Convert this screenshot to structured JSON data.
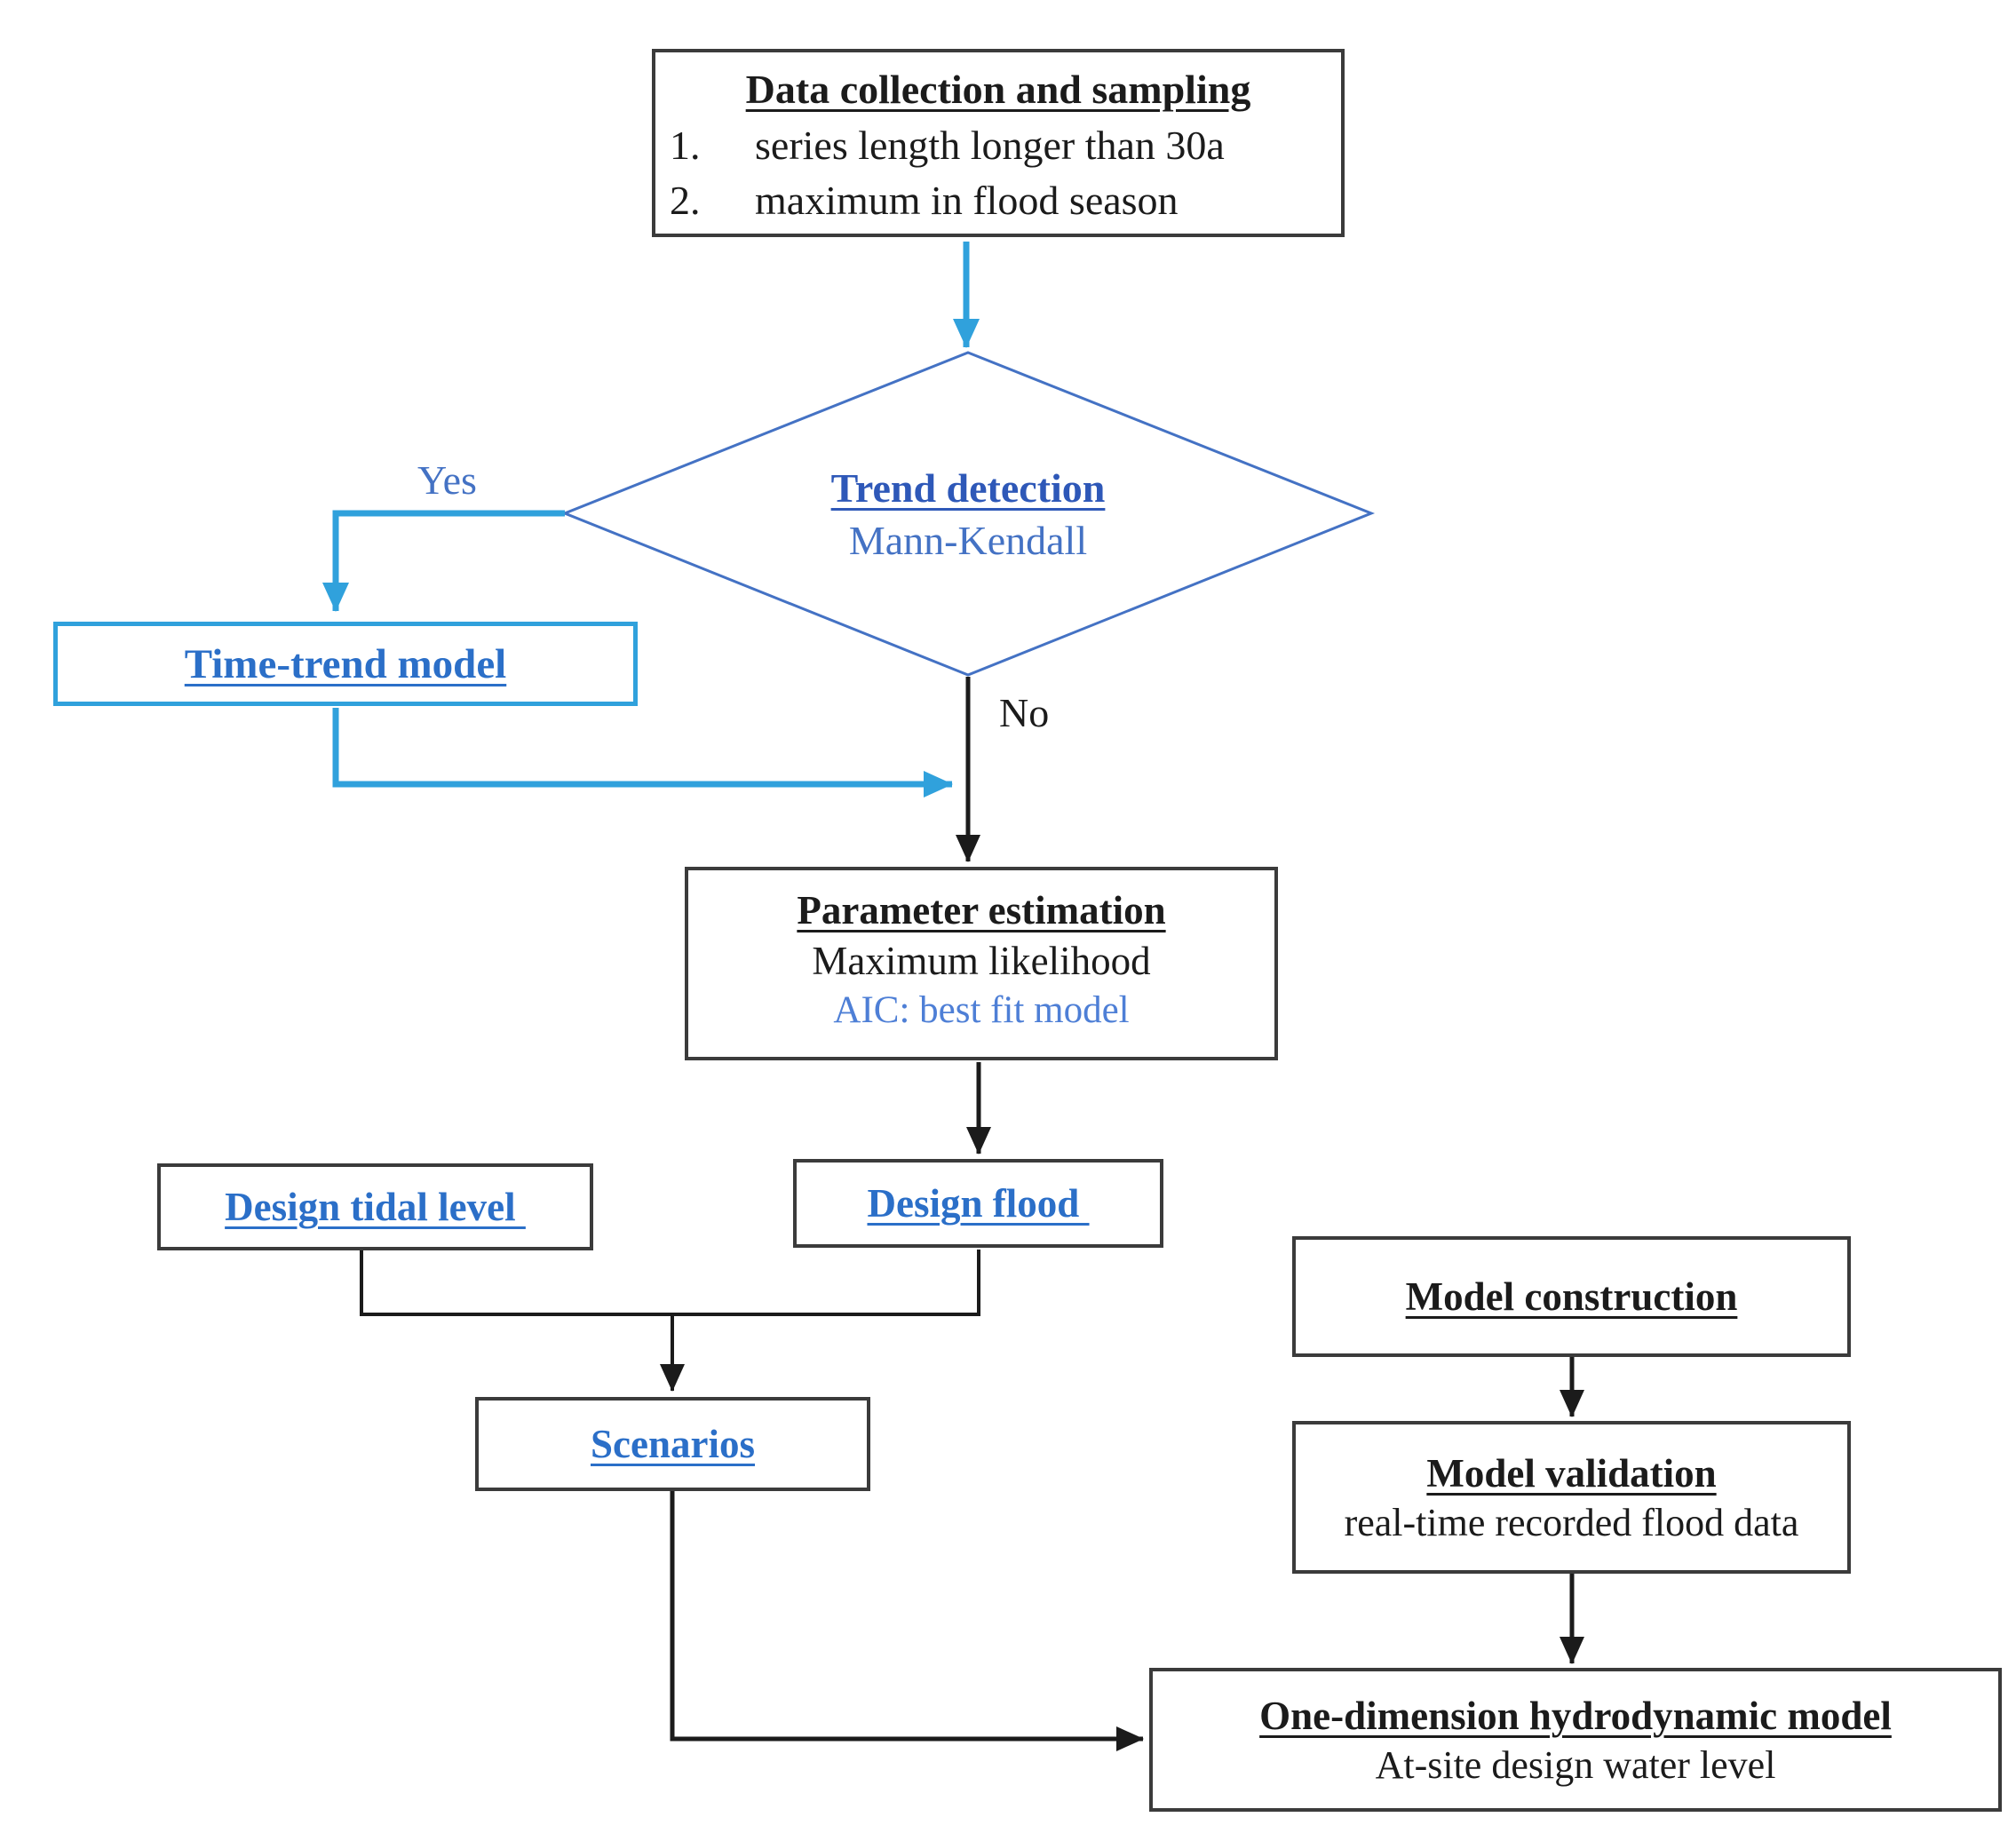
{
  "nodes": {
    "data_collection": {
      "title": "Data collection and sampling",
      "items": [
        {
          "num": "1.",
          "text": "series length longer than 30a"
        },
        {
          "num": "2.",
          "text": "maximum in flood season"
        }
      ]
    },
    "trend_detection": {
      "title": "Trend detection",
      "subtitle": "Mann-Kendall"
    },
    "time_trend": {
      "title": "Time-trend model"
    },
    "parameter_estimation": {
      "title": "Parameter estimation",
      "method": "Maximum likelihood",
      "criterion": "AIC: best fit model"
    },
    "design_tidal": {
      "title": "Design tidal level "
    },
    "design_flood": {
      "title": "Design flood "
    },
    "scenarios": {
      "title": "Scenarios"
    },
    "model_construction": {
      "title": "Model construction"
    },
    "model_validation": {
      "title": "Model validation",
      "subtitle": "real-time recorded flood data"
    },
    "hydrodynamic": {
      "title": "One-dimension hydrodynamic model",
      "subtitle": "At-site design water level"
    }
  },
  "edges": {
    "yes_label": "Yes",
    "no_label": "No"
  },
  "colors": {
    "arrow_blue": "#30A1DC",
    "diamond_blue": "#4472C4",
    "label_blue": "#2B6FC8",
    "trend_title_blue": "#2E58B8",
    "aic_blue": "#4E7FD6",
    "text_black": "#1B1B1B",
    "border_gray": "#3B3B3B"
  }
}
